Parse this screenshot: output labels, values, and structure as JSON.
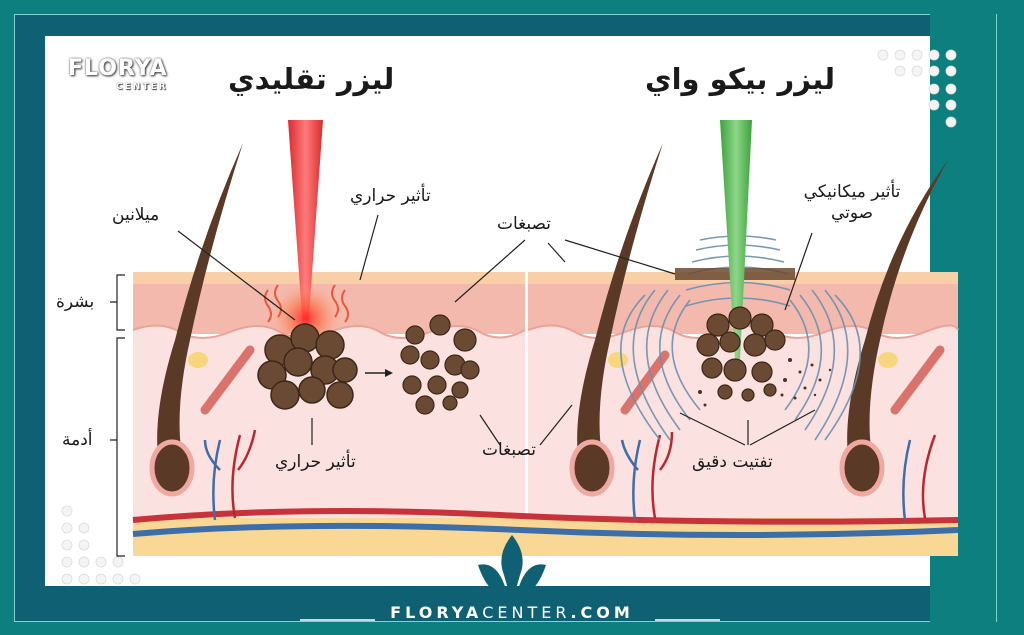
{
  "brand": {
    "logo_main": "FLORYA",
    "logo_sub": "CENTER",
    "website_bold": "FLORYA",
    "website_light": "CENTER",
    "website_suffix": ".COM"
  },
  "titles": {
    "traditional_laser": "ليزر تقليدي",
    "pico_laser": "ليزر بيكو واي"
  },
  "labels": {
    "melanin": "ميلانين",
    "thermal_effect_top": "تأثير حراري",
    "thermal_effect_bottom": "تأثير حراري",
    "pigments_top": "تصبغات",
    "pigments_bottom": "تصبغات",
    "photomechanical_effect_line1": "تأثير ميكانيكي",
    "photomechanical_effect_line2": "صوتي",
    "fine_fragmentation": "تفتيت دقيق",
    "epidermis": "بشرة",
    "dermis": "أدمة"
  },
  "colors": {
    "frame_teal": "#0c7f7e",
    "frame_dark": "#0f6072",
    "red_laser": "#e8383a",
    "green_laser": "#4cb848",
    "epidermis": "#f3b9ad",
    "dermis": "#fbe1df",
    "fat": "#f9d896",
    "pigment": "#6b4a33"
  }
}
